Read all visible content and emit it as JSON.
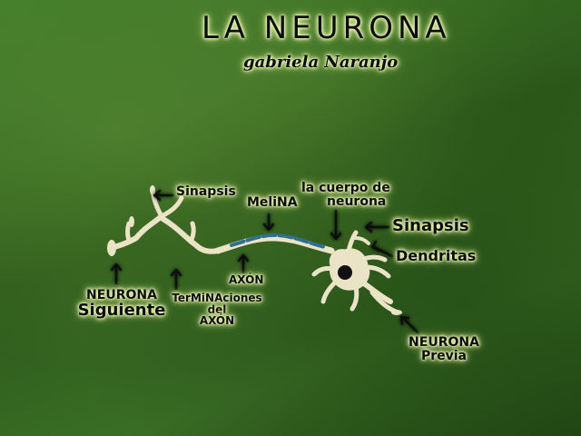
{
  "title": "LA NEURONA",
  "author": "gabriela Naranjo",
  "labels": {
    "sinapsis_top": "Sinapsis",
    "melina": "MeliNA",
    "cuerpo_line1": "la cuerpo de",
    "cuerpo_line2": "neurona",
    "sinapsis_right": "Sinapsis",
    "dendritas": "Dendritas",
    "axon": "AXÓN",
    "neurona_siguiente_1": "NEURONA",
    "neurona_siguiente_2": "Siguiente",
    "terminaciones_1": "TerMiNAciones",
    "terminaciones_2": "del",
    "terminaciones_3": "AXÓN",
    "neurona_previa_1": "NEURONA",
    "neurona_previa_2": "Previa"
  },
  "colors": {
    "board": "#2f5a1e",
    "clay": "#eae3c6",
    "myelin": "#2f6f8f",
    "glow": "#f4ffb0",
    "ink": "#0b0b08"
  }
}
